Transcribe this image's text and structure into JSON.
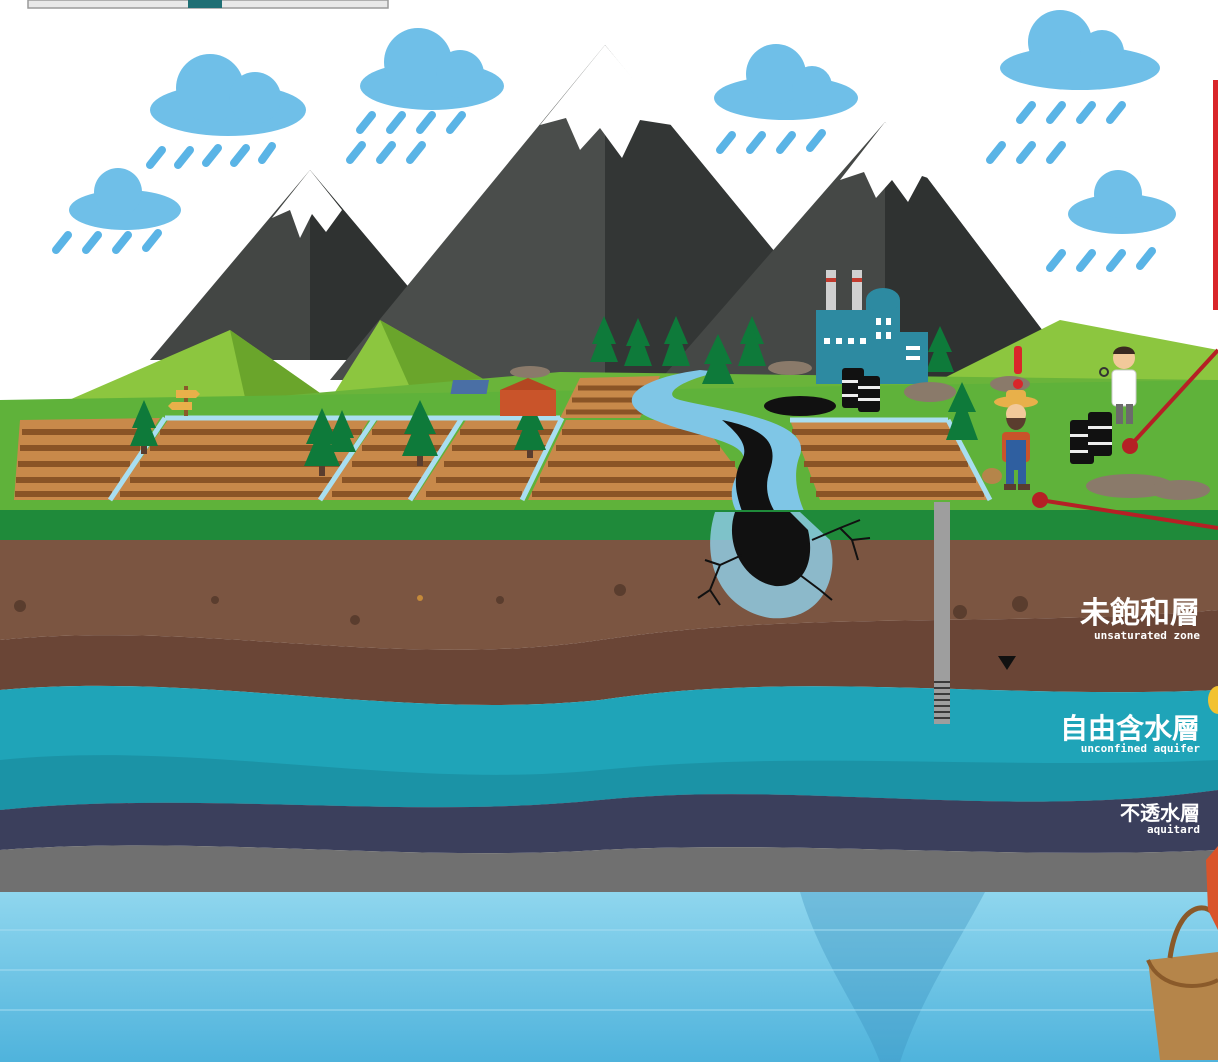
{
  "labels": {
    "unsaturated": {
      "zh": "未飽和層",
      "en": "unsaturated zone"
    },
    "aquifer": {
      "zh": "自由含水層",
      "en": "unconfined aquifer"
    },
    "aquitard": {
      "zh": "不透水層",
      "en": "aquitard"
    }
  },
  "icons": [
    "cloud-icon",
    "rain-icon",
    "mountain-icon",
    "tree-icon",
    "factory-icon",
    "oil-barrel-icon",
    "farmer-icon",
    "scientist-icon",
    "warning-icon",
    "well-icon",
    "signpost-icon",
    "barn-icon",
    "basket-icon",
    "water-table-marker-icon"
  ],
  "colors": {
    "sky": "#ffffff",
    "rain": "#5ab4e6",
    "mountain_dark": "#3f4240",
    "mountain_light": "#5a5d5a",
    "snow": "#ffffff",
    "hill_green": "#8cc63f",
    "grass": "#4caf3a",
    "field_soil": "#a0662e",
    "river": "#7fc6e6",
    "pollution": "#111111",
    "topsoil": "#7b5541",
    "deep_soil": "#6a4536",
    "aquifer": "#1fa4b8",
    "aquitard": "#3b3f5c",
    "bedrock": "#707070",
    "water_body": "#5fbfe0",
    "pointer_line": "#b52025"
  }
}
